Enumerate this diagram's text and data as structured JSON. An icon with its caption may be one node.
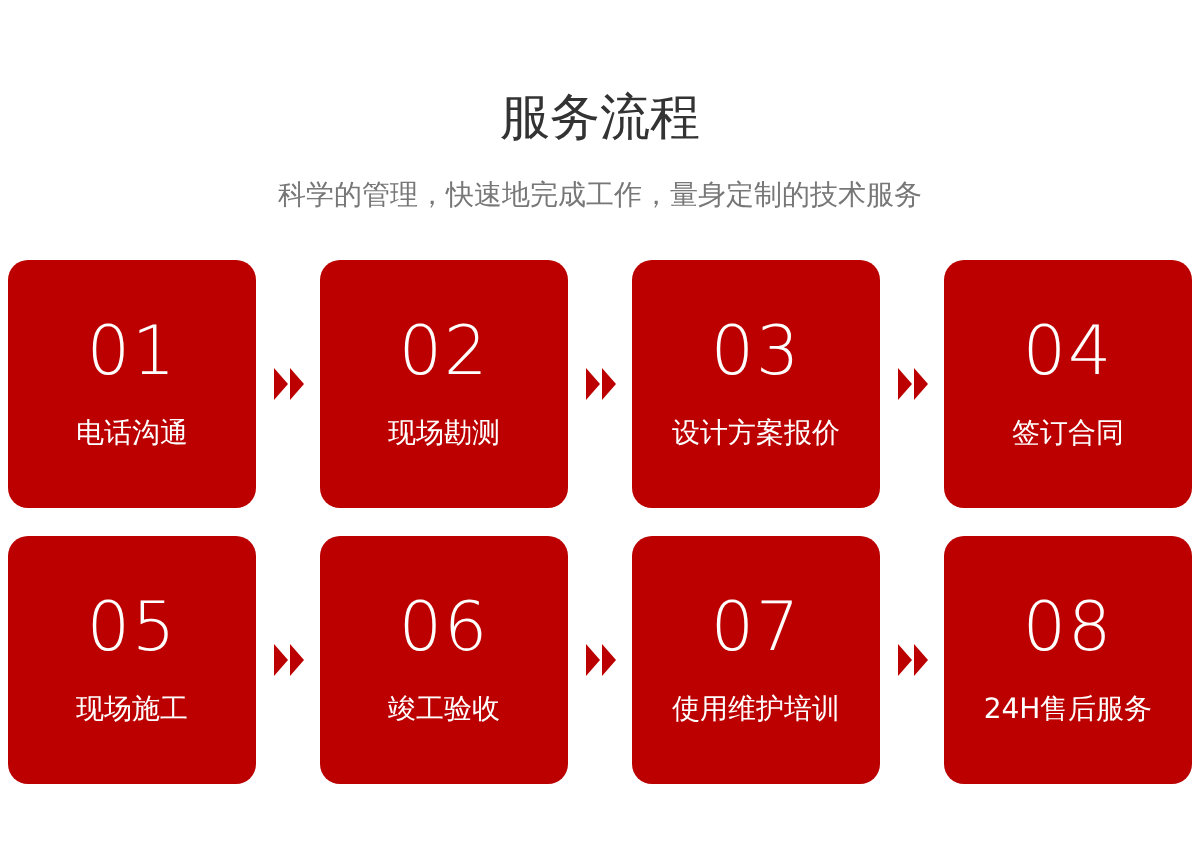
{
  "diagram": {
    "title": "服务流程",
    "nodes": [
      {
        "text": [
          "01",
          "电话沟通"
        ]
      },
      {
        "text": [
          "02",
          "现场勘测"
        ]
      },
      {
        "text": [
          "03",
          "设计方案报价"
        ]
      },
      {
        "text": [
          "04",
          "签订合同"
        ]
      },
      {
        "text": [
          "05",
          "现场施工"
        ]
      },
      {
        "text": [
          "06",
          "竣工验收"
        ]
      },
      {
        "text": [
          "07",
          "使用维护培训"
        ]
      },
      {
        "text": [
          "08",
          "24H售后服务"
        ]
      }
    ],
    "edges": [
      {
        "from": 0,
        "to": 1,
        "arrow": "to"
      },
      {
        "from": 1,
        "to": 2,
        "arrow": "to"
      },
      {
        "from": 2,
        "to": 3,
        "arrow": "to"
      },
      {
        "from": 4,
        "to": 5,
        "arrow": "to"
      },
      {
        "from": 5,
        "to": 6,
        "arrow": "to"
      },
      {
        "from": 6,
        "to": 7,
        "arrow": "to"
      }
    ],
    "labels": [
      "科学的管理，快速地完成工作，量身定制的技术服务"
    ]
  }
}
